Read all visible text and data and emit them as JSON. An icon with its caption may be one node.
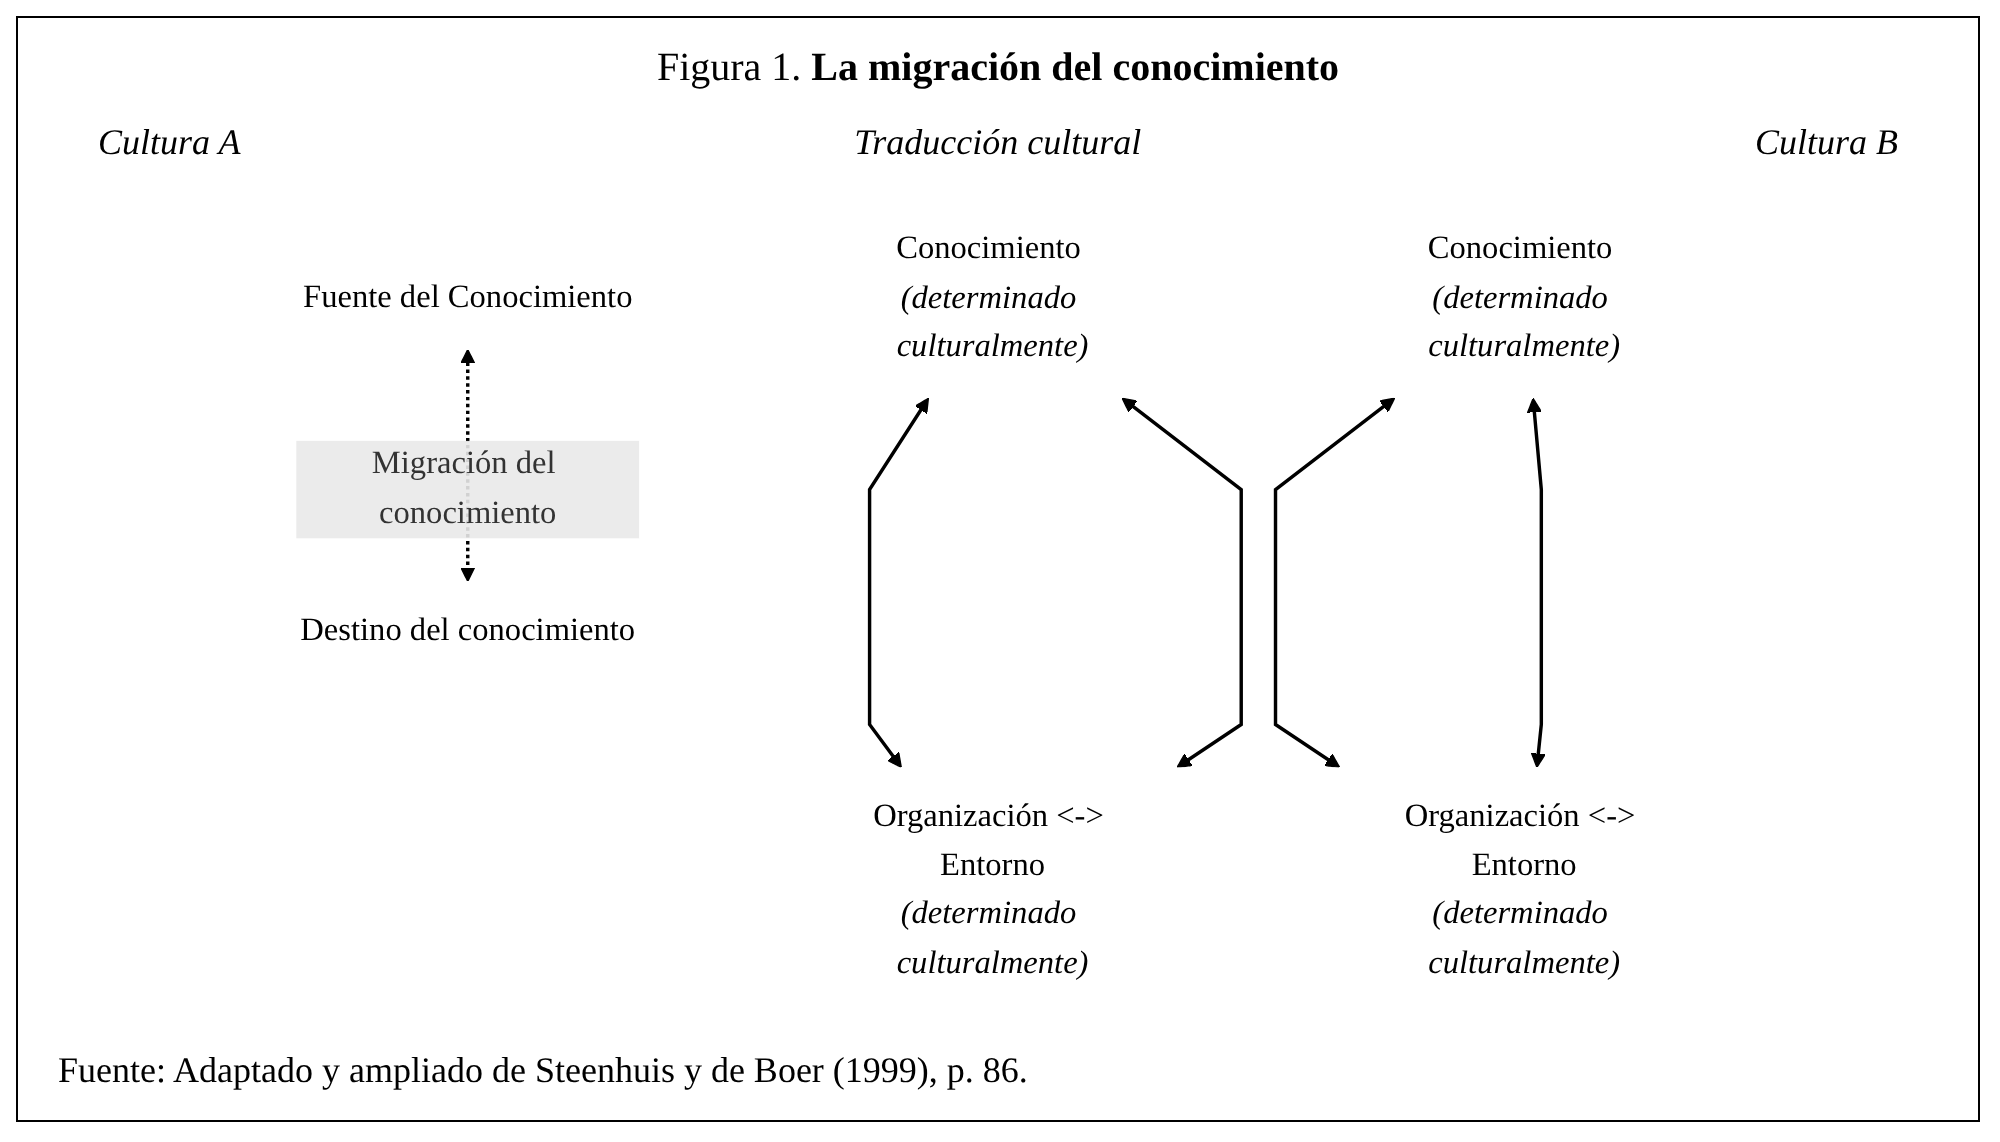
{
  "diagram": {
    "title": "Figura 1. **La migración del conocimiento**",
    "caption": "Fuente: Adaptado y ampliado de Steenhuis y de Boer (1999), p. 86.",
    "nodes": [
      {
        "text": [
          "Fuente del Conocimiento"
        ]
      },
      {
        "text": [
          "Destino del conocimiento"
        ]
      },
      {
        "text": [
          "Conocimiento *(determinado culturalmente)*"
        ]
      },
      {
        "text": [
          "Conocimiento *(determinado culturalmente)*"
        ]
      },
      {
        "text": [
          "Organización <-> Entorno",
          "(determinado culturalmente)"
        ]
      },
      {
        "text": [
          "Organización <-> Entorno",
          "(determinado culturalmente)"
        ]
      }
    ],
    "edges": [
      {
        "from": 0,
        "to": 1,
        "arrow": "both",
        "label": "Migración del conocimiento",
        "style": "dashed"
      },
      {
        "from": 2,
        "to": 4,
        "arrow": "both"
      },
      {
        "from": 2,
        "to": 4,
        "arrow": "both"
      },
      {
        "from": 3,
        "to": 5,
        "arrow": "both"
      },
      {
        "from": 3,
        "to": 5,
        "arrow": "both"
      }
    ],
    "labels": [
      "Cultura A",
      "Traducción cultural",
      "Cultura B"
    ]
  }
}
